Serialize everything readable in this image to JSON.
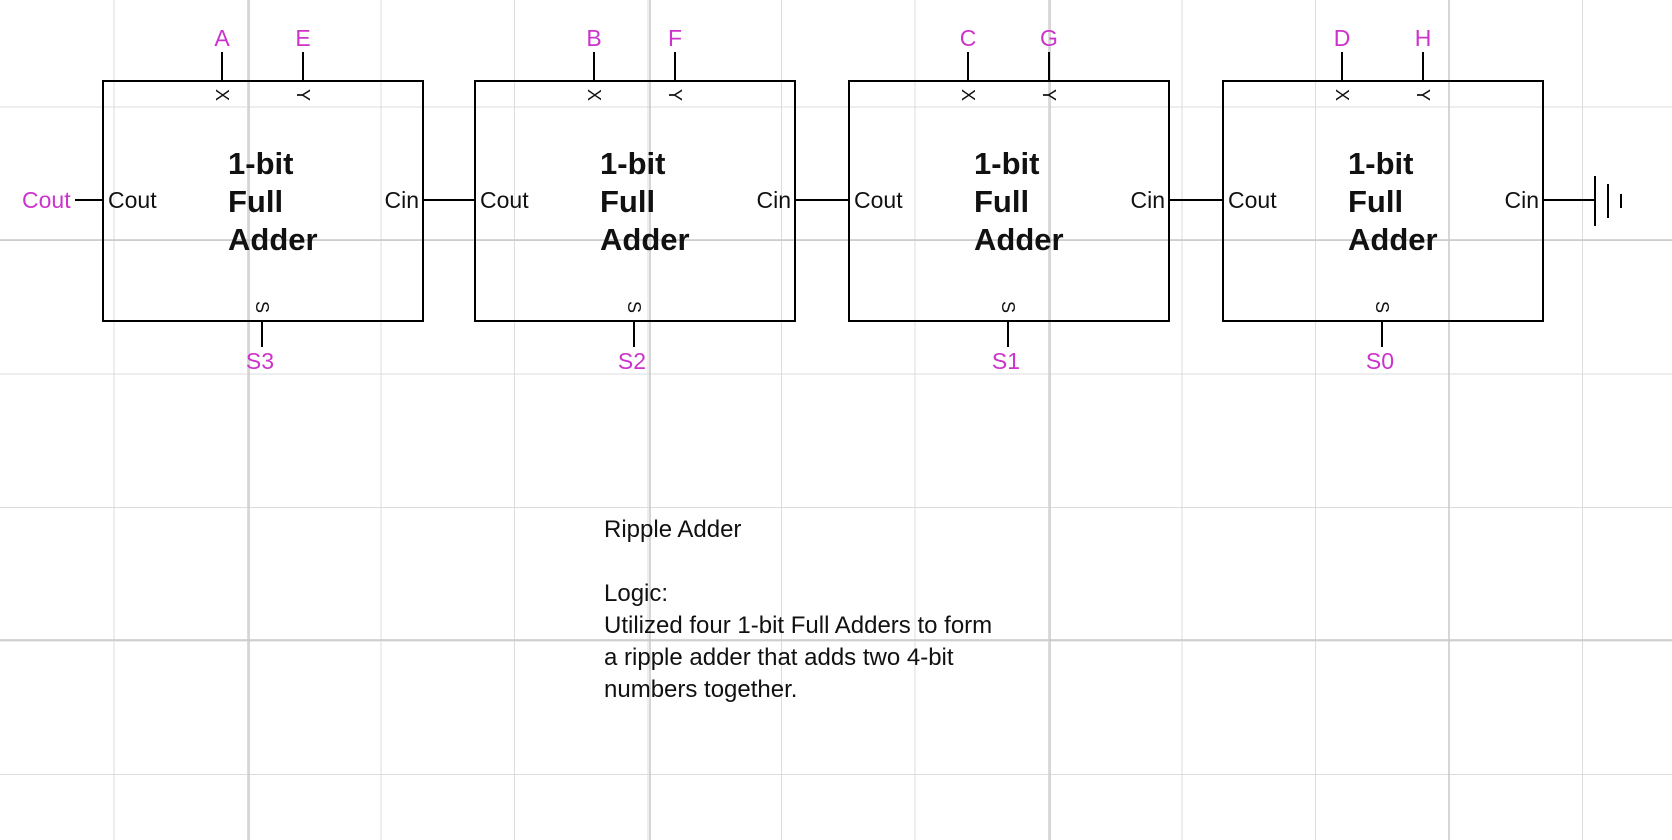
{
  "adders": [
    {
      "title_lines": [
        "1-bit",
        "Full",
        "Adder"
      ],
      "port_left": "Cout",
      "port_right": "Cin",
      "pin_x": "X",
      "pin_y": "Y",
      "pin_s": "S",
      "net_x": "A",
      "net_y": "E",
      "net_s": "S3"
    },
    {
      "title_lines": [
        "1-bit",
        "Full",
        "Adder"
      ],
      "port_left": "Cout",
      "port_right": "Cin",
      "pin_x": "X",
      "pin_y": "Y",
      "pin_s": "S",
      "net_x": "B",
      "net_y": "F",
      "net_s": "S2"
    },
    {
      "title_lines": [
        "1-bit",
        "Full",
        "Adder"
      ],
      "port_left": "Cout",
      "port_right": "Cin",
      "pin_x": "X",
      "pin_y": "Y",
      "pin_s": "S",
      "net_x": "C",
      "net_y": "G",
      "net_s": "S1"
    },
    {
      "title_lines": [
        "1-bit",
        "Full",
        "Adder"
      ],
      "port_left": "Cout",
      "port_right": "Cin",
      "pin_x": "X",
      "pin_y": "Y",
      "pin_s": "S",
      "net_x": "D",
      "net_y": "H",
      "net_s": "S0"
    }
  ],
  "output_carry_label": "Cout",
  "note": {
    "title": "Ripple Adder",
    "heading": "Logic:",
    "lines": [
      "Utilized four 1-bit Full Adders to form",
      "a ripple adder that adds two 4-bit",
      "numbers together."
    ]
  },
  "colors": {
    "net_label": "#cc33cc",
    "grid": "#dcdcdc",
    "wire": "#000000"
  }
}
